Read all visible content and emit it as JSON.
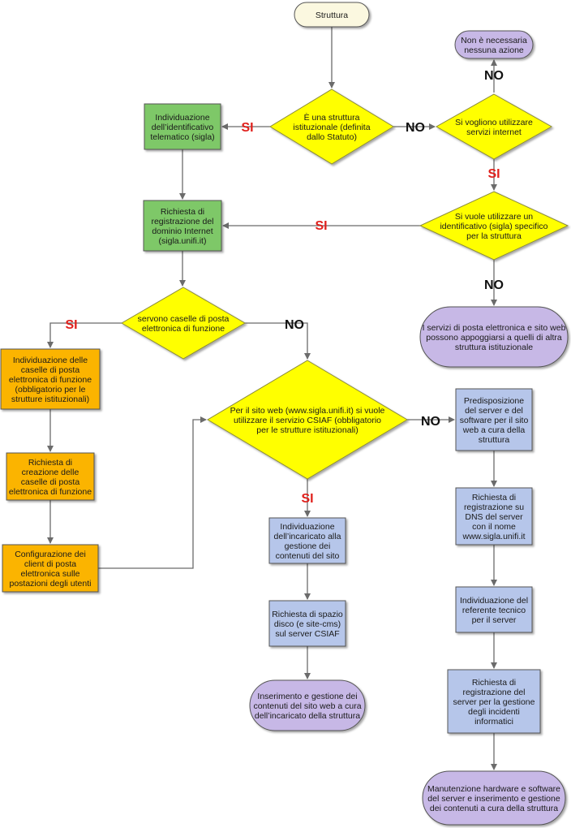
{
  "colors": {
    "start": "#fbf8e0",
    "terminal": "#c7b8e6",
    "decision": "#ffff00",
    "green": "#7ec868",
    "orange": "#fbb400",
    "blue": "#b6c6ea",
    "label_si": "#e0201c",
    "label_no": "#111111"
  },
  "nodes": {
    "start": "Struttura",
    "d1": "È una struttura istituzionale (definita dallo Statuto)",
    "t_none": "Non è necessaria nessuna azione",
    "d2": "Si vogliono utilizzare servizi internet",
    "g1": "Individuazione dell'identificativo telematico (sigla)",
    "g2": "Richiesta di registrazione del dominio Internet (sigla.unifi.it)",
    "d3": "Si vuole utilizzare un identificativo (sigla) specifico per la struttura",
    "t_other": "I servizi di posta elettronica e sito web possono appoggiarsi a quelli di altra struttura istituzionale",
    "d4": "servono caselle di posta elettronica di funzione",
    "o1": "Individuazione delle caselle di posta elettronica di funzione (obbligatorio per le strutture istituzionali)",
    "o2": "Richiesta di creazione delle caselle di posta elettronica di funzione",
    "o3": "Configurazione dei client di posta elettronica sulle postazioni degli utenti",
    "d5": "Per il sito web (www.sigla.unifi.it) si vuole utilizzare il servizio CSIAF (obbligatorio per le strutture istituzionali)",
    "b1": "Individuazione dell'incaricato alla gestione dei contenuti del sito",
    "b2": "Richiesta di spazio disco (e site-cms) sul server CSIAF",
    "t_cms": "Inserimento e gestione dei contenuti del sito web a cura dell'incaricato della struttura",
    "r1": "Predisposizione del server e del software per il sito web a cura della struttura",
    "r2": "Richiesta di registrazione su DNS del server con il nome www.sigla.unifi.it",
    "r3": "Individuazione del referente tecnico per il server",
    "r4": "Richiesta di registrazione del server per la gestione degli incidenti informatici",
    "t_maint": "Manutenzione hardware e software del server e inserimento e gestione dei contenuti a cura della struttura"
  },
  "edge_labels": {
    "si": "SI",
    "no": "NO"
  }
}
